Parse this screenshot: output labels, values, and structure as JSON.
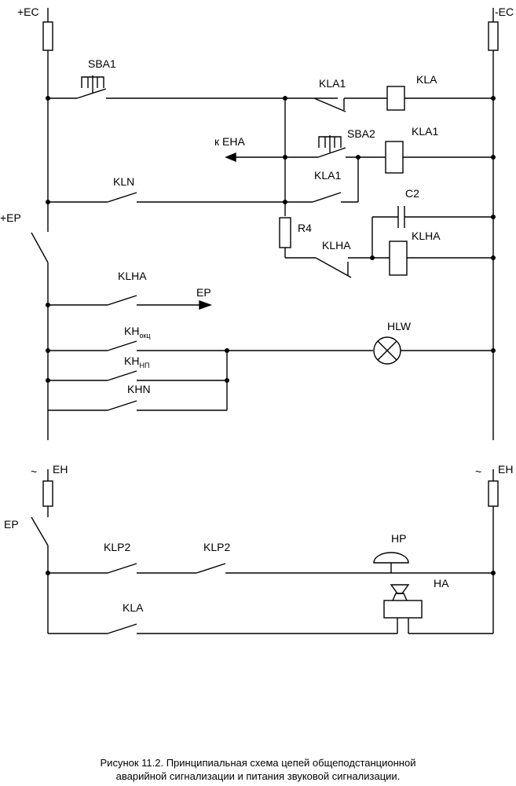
{
  "labels": {
    "plus_ec": "+EC",
    "minus_ec": "-EC",
    "plus_ep": "+EP",
    "sba1": "SBA1",
    "kla1_top": "KLA1",
    "kla": "KLA",
    "sba2": "SBA2",
    "kla1_coil": "KLA1",
    "to_eha": "к EHA",
    "kln": "KLN",
    "kla1_contact": "KLA1",
    "r4": "R4",
    "c2": "C2",
    "klha_coil": "KLHA",
    "klha_contact": "KLHA",
    "klha_ep": "KLHA",
    "ep_arrow": "EP",
    "hlw": "HLW",
    "kh_okc_main": "KH",
    "kh_okc_sub": "окц",
    "kh_np_main": "KH",
    "kh_np_sub": "НП",
    "khn": "KHN",
    "tilde_left": "~",
    "eh_left": "EH",
    "tilde_right": "~",
    "eh_right": "EH",
    "ep_switch": "EP",
    "klp2_a": "KLP2",
    "klp2_b": "KLP2",
    "hp": "HP",
    "ha": "HA",
    "kla_bottom": "KLA"
  },
  "caption": {
    "line1": "Рисунок 11.2. Принципиальная схема цепей общеподстанционной",
    "line2": "аварийной сигнализации и питания звуковой сигнализации."
  }
}
